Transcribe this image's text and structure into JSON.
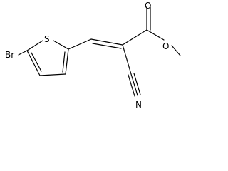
{
  "molecule": {
    "atoms": {
      "bromine": "Br",
      "sulfur": "S",
      "carbonyl_oxygen": "O",
      "ester_oxygen": "O",
      "nitrile_nitrogen": "N"
    },
    "colors": {
      "bond": "#000000",
      "label": "#000000",
      "background": "#ffffff"
    }
  }
}
